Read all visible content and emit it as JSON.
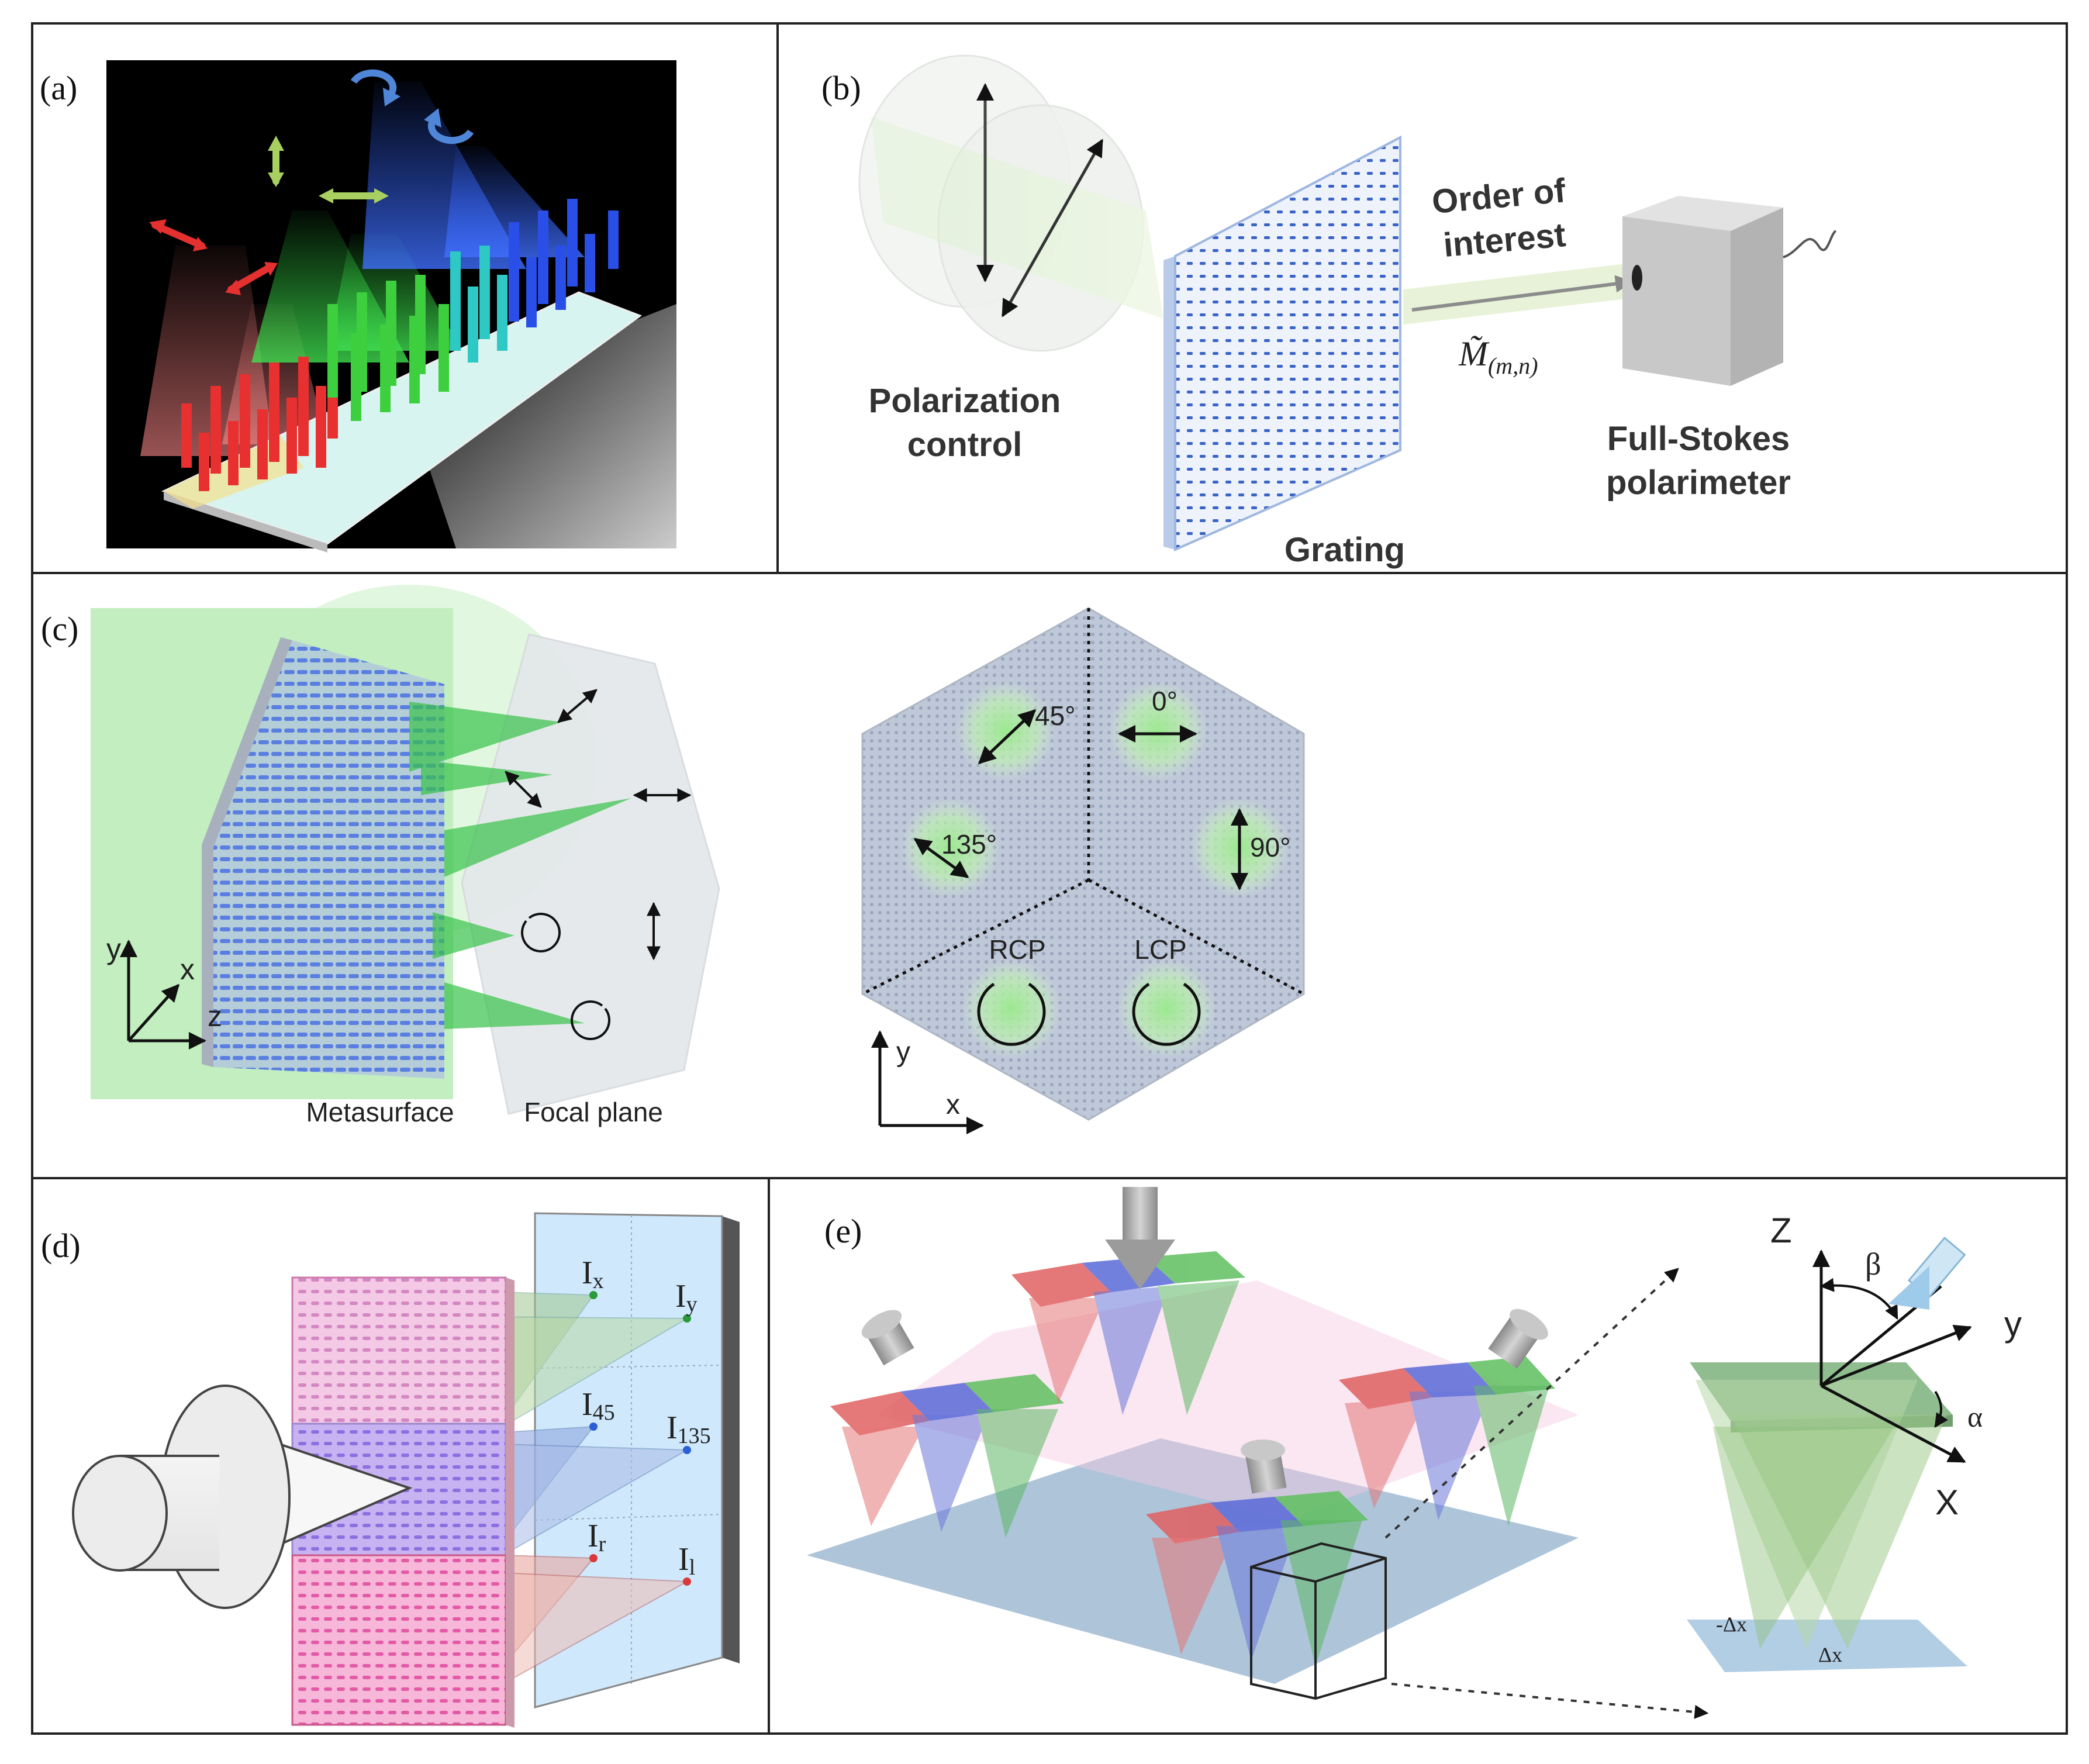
{
  "panels": {
    "a": {
      "label": "(a)"
    },
    "b": {
      "label": "(b)",
      "polarization_control": [
        "Polarization",
        "control"
      ],
      "grating": "Grating",
      "order_of_interest": [
        "Order of",
        "interest"
      ],
      "matrix_symbol": "M̃",
      "matrix_subscript": "(m,n)",
      "polarimeter": [
        "Full-Stokes",
        "polarimeter"
      ]
    },
    "c": {
      "label": "(c)",
      "metasurface": "Metasurface",
      "focal_plane": "Focal plane",
      "axes": {
        "x": "x",
        "y": "y",
        "z": "z"
      },
      "spots": {
        "a45": "45°",
        "a0": "0°",
        "a135": "135°",
        "a90": "90°",
        "rcp": "RCP",
        "lcp": "LCP"
      },
      "axes2": {
        "x": "x",
        "y": "y"
      }
    },
    "d": {
      "label": "(d)",
      "intensities": [
        {
          "main": "I",
          "sub": "x"
        },
        {
          "main": "I",
          "sub": "y"
        },
        {
          "main": "I",
          "sub": "45"
        },
        {
          "main": "I",
          "sub": "135"
        },
        {
          "main": "I",
          "sub": "r"
        },
        {
          "main": "I",
          "sub": "l"
        }
      ]
    },
    "e": {
      "label": "(e)",
      "axes": {
        "z": "Z",
        "y": "y",
        "x": "X",
        "beta": "β",
        "alpha": "α"
      },
      "shift_neg": "-Δx",
      "shift_pos": "Δx"
    }
  },
  "colors": {
    "red": "#e0474c",
    "green": "#4caa4a",
    "blue": "#4a5fd6",
    "pink": "#f48cc3",
    "grating_blue": "#3b64c8",
    "glass": "#dcefff"
  }
}
